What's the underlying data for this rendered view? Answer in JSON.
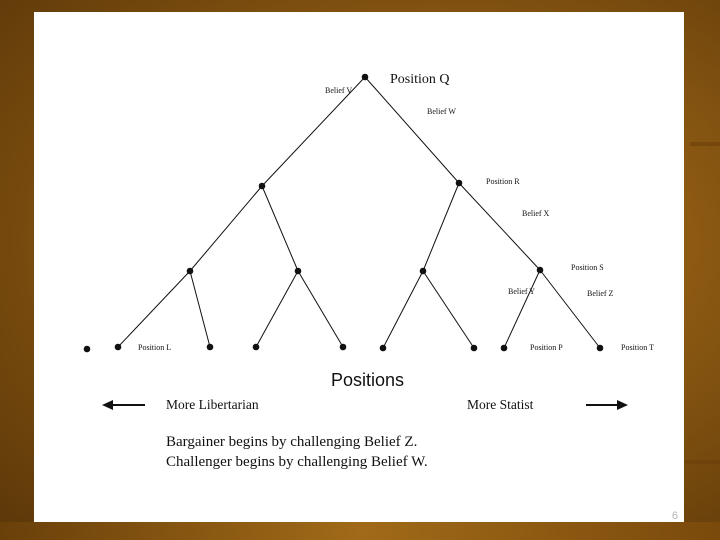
{
  "slide": {
    "number": "6"
  },
  "tree": {
    "root_label": "Position Q",
    "beliefs": {
      "v": "Belief V",
      "w": "Belief W",
      "x": "Belief X",
      "y": "Belief Y",
      "z": "Belief Z"
    },
    "positions": {
      "r": "Position R",
      "s": "Position S",
      "l": "Position L",
      "p": "Position P",
      "t": "Position T"
    }
  },
  "axis": {
    "title": "Positions",
    "left": "More Libertarian",
    "right": "More Statist"
  },
  "notes": {
    "line1": "Bargainer begins by challenging Belief Z.",
    "line2": "Challenger begins by challenging Belief W."
  }
}
